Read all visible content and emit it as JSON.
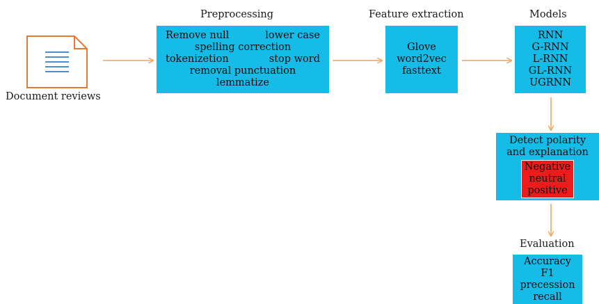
{
  "stages": {
    "preprocessing": "Preprocessing",
    "feature_extraction": "Feature extraction",
    "models": "Models",
    "evaluation": "Evaluation",
    "document": "Document reviews"
  },
  "preprocessing_box": {
    "line1_left": "Remove null",
    "line1_right": "lower case",
    "line2": "spelling correction",
    "line3_left": "tokenizetion",
    "line3_right": "stop word",
    "line4": "removal punctuation",
    "line5": "lemmatize"
  },
  "feature_box": [
    "Glove",
    "word2vec",
    "fasttext"
  ],
  "models_box": [
    "RNN",
    "G-RNN",
    "L-RNN",
    "GL-RNN",
    "UGRNN"
  ],
  "polarity_box": {
    "title1": "Detect polarity",
    "title2": "and explanation",
    "classes": [
      "Negative",
      "neutral",
      "positive"
    ]
  },
  "evaluation_box": [
    "Accuracy",
    "F1",
    "precession",
    "recall"
  ],
  "colors": {
    "box": "#16bce8",
    "highlight": "#ec1c1c",
    "arrow": "#f0a45c",
    "icon": "#e07b3a"
  }
}
